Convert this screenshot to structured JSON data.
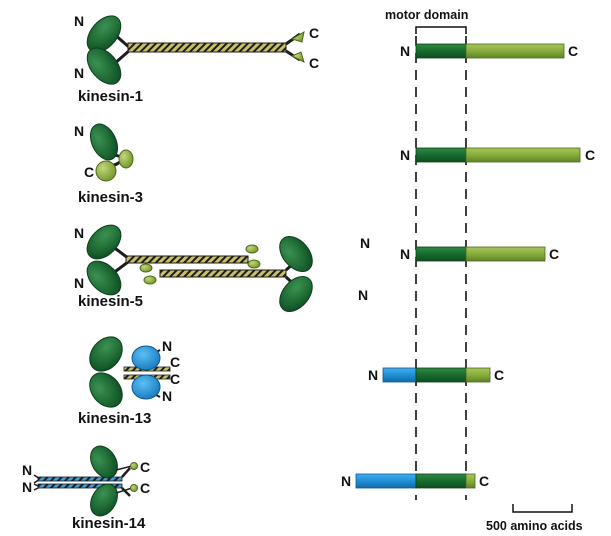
{
  "colors": {
    "motor_dark_green": "#176b2e",
    "tail_light_green": "#86ad3c",
    "stalk_blue": "#1f8fd6",
    "head_green": "#1e6a34",
    "knob_green": "#8aaa3a",
    "outline": "#1d1d1d"
  },
  "diagram": {
    "motor_domain_label": "motor domain",
    "scale_bar_label": "500 amino acids",
    "kinesins": [
      {
        "name": "kinesin-1",
        "n_terminals": [
          "N",
          "N"
        ],
        "c_terminals": [
          "C",
          "C"
        ]
      },
      {
        "name": "kinesin-3",
        "n_terminals": [
          "N"
        ],
        "c_terminals": [
          "C"
        ]
      },
      {
        "name": "kinesin-5",
        "n_terminals": [
          "N",
          "N"
        ],
        "c_terminals": []
      },
      {
        "name": "kinesin-13",
        "n_terminals": [
          "N",
          "N"
        ],
        "c_terminals": [
          "C",
          "C"
        ]
      },
      {
        "name": "kinesin-14",
        "n_terminals": [
          "N",
          "N"
        ],
        "c_terminals": [
          "C",
          "C"
        ]
      }
    ],
    "bars": [
      {
        "family": "kinesin-1",
        "n_label": "N",
        "c_label": "C",
        "segments": [
          "motor",
          "tail"
        ]
      },
      {
        "family": "kinesin-3",
        "n_label": "N",
        "c_label": "C",
        "segments": [
          "motor",
          "tail"
        ]
      },
      {
        "family": "kinesin-5",
        "n_label": "N",
        "c_label": "C",
        "segments": [
          "motor",
          "tail"
        ]
      },
      {
        "family": "kinesin-13",
        "n_label": "N",
        "c_label": "C",
        "segments": [
          "blue",
          "motor",
          "tail"
        ]
      },
      {
        "family": "kinesin-14",
        "n_label": "N",
        "c_label": "C",
        "segments": [
          "blue",
          "motor",
          "tail"
        ]
      }
    ],
    "kinesin5_side_labels": [
      "N",
      "N"
    ]
  }
}
